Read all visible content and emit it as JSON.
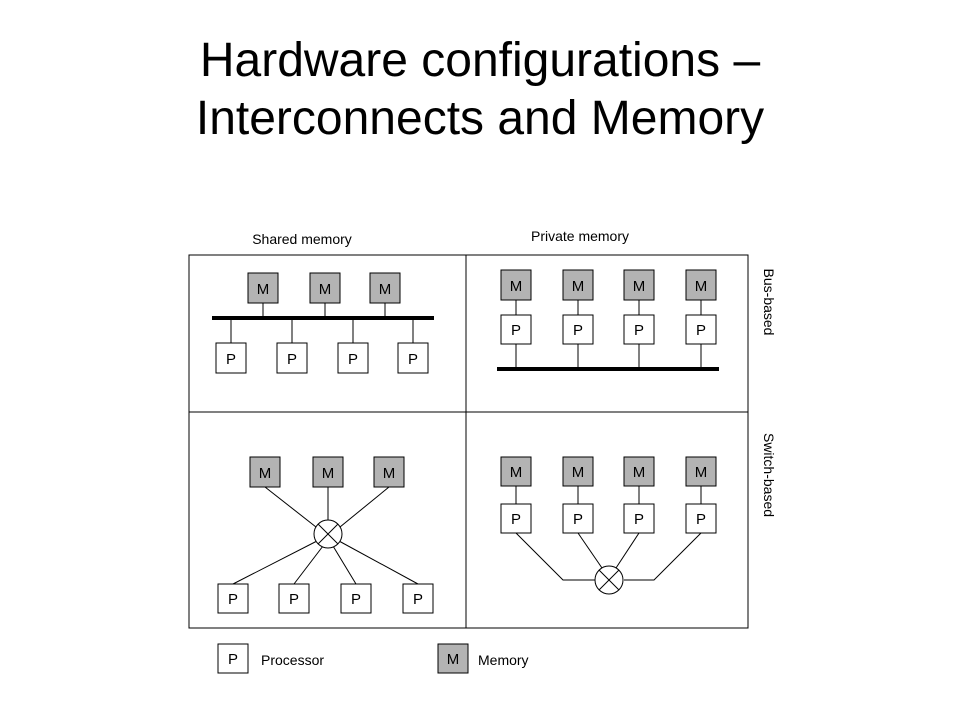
{
  "slide": {
    "title_line1": "Hardware configurations –",
    "title_line2": "Interconnects and Memory"
  },
  "diagram": {
    "column_labels": {
      "shared": "Shared memory",
      "private": "Private memory"
    },
    "row_labels": {
      "bus": "Bus-based",
      "switch": "Switch-based"
    },
    "memory_letter": "M",
    "processor_letter": "P",
    "legend": {
      "processor": "Processor",
      "memory": "Memory"
    },
    "colors": {
      "memory_fill": "#b3b3b3",
      "processor_fill": "#ffffff",
      "line": "#000000"
    }
  }
}
